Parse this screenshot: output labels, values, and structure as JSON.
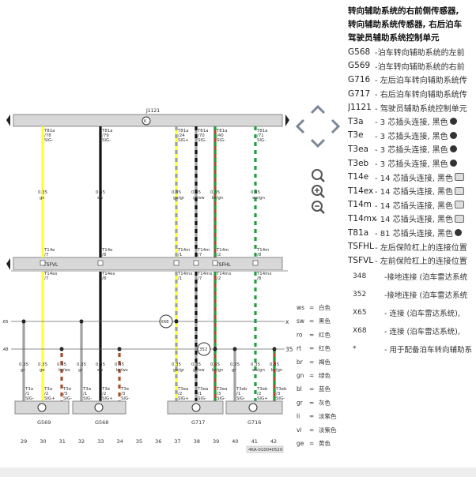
{
  "panel": {
    "title_lines": [
      "转向辅助系统的右前侧传感器,",
      "转向辅助系统传感器, 右后泊车",
      "驾驶员辅助系统控制单元"
    ],
    "rows": [
      {
        "code": "G568",
        "desc": "-泊车转向辅助系统的左前",
        "icon": ""
      },
      {
        "code": "G569",
        "desc": "-泊车转向辅助系统的右前",
        "icon": ""
      },
      {
        "code": "G716",
        "desc": "- 左后泊车转向辅助系统传",
        "icon": ""
      },
      {
        "code": "G717",
        "desc": "- 右后泊车转向辅助系统传",
        "icon": ""
      },
      {
        "code": "J1121",
        "desc": "- 驾驶员辅助系统控制单元",
        "icon": ""
      },
      {
        "code": "T3a",
        "desc": "- 3 芯插头连接, 黑色",
        "icon": "plug"
      },
      {
        "code": "T3e",
        "desc": "- 3 芯插头连接, 黑色",
        "icon": "plug"
      },
      {
        "code": "T3ea",
        "desc": "- 3 芯插头连接, 黑色",
        "icon": "plug"
      },
      {
        "code": "T3eb",
        "desc": "- 3 芯插头连接, 黑色",
        "icon": "plug"
      },
      {
        "code": "T14e",
        "desc": "- 14 芯插头连接, 黑色",
        "icon": "cam"
      },
      {
        "code": "T14ex",
        "desc": "- 14 芯插头连接, 黑色",
        "icon": "cam"
      },
      {
        "code": "T14m",
        "desc": "- 14 芯插头连接, 黑色",
        "icon": "cam"
      },
      {
        "code": "T14mx",
        "desc": "- 14 芯插头连接, 黑色",
        "icon": "cam"
      },
      {
        "code": "T81a",
        "desc": "- 81 芯插头连接, 黑色",
        "icon": "plug"
      },
      {
        "code": "TSFHL",
        "desc": "- 左后保险杠上的连接位置",
        "icon": ""
      },
      {
        "code": "TSFVL",
        "desc": "- 左前保险杠上的连接位置",
        "icon": ""
      }
    ],
    "notes": [
      {
        "code": "348",
        "desc": "-接地连接 (泊车雷达系统"
      },
      {
        "code": "352",
        "desc": "-接地连接 (泊车雷达系统"
      },
      {
        "code": "X65",
        "desc": "- 连接 (泊车雷达系统),"
      },
      {
        "code": "X68",
        "desc": "- 连接 (泊车雷达系统),"
      },
      {
        "code": "*",
        "desc": "- 用于配备泊车转向辅助系"
      }
    ]
  },
  "diagram": {
    "ecu_label": "J1121",
    "ecu_pins": [
      {
        "conn": "T81a",
        "pin": "/78",
        "sig": "SIG-"
      },
      {
        "conn": "T81a",
        "pin": "/79",
        "sig": "SIG-"
      },
      {
        "conn": "T81a",
        "pin": "/24",
        "sig": "SIG+"
      },
      {
        "conn": "T81a",
        "pin": "/70",
        "sig": "SIG-"
      },
      {
        "conn": "T81a",
        "pin": "/40",
        "sig": "SIG-"
      },
      {
        "conn": "T81a",
        "pin": "/71",
        "sig": "SIG-"
      }
    ],
    "upper_wires": [
      {
        "size": "0.35",
        "color_code": "gs"
      },
      {
        "size": "0.35",
        "color_code": "sw"
      },
      {
        "size": "0.35",
        "color_code": "ge/gr"
      },
      {
        "size": "0.35",
        "color_code": "gr/sw"
      },
      {
        "size": "0.35",
        "color_code": "br/gn"
      },
      {
        "size": "0.35",
        "color_code": "ws/gn"
      }
    ],
    "upper_conn": [
      {
        "name": "T14e",
        "pin": "/7"
      },
      {
        "name": "T14e",
        "pin": "/8"
      },
      {
        "name": "T14m",
        "pin": "/1"
      },
      {
        "name": "T14m",
        "pin": "/7"
      },
      {
        "name": "T14m",
        "pin": "/2"
      },
      {
        "name": "T14m",
        "pin": "/8"
      }
    ],
    "lower_conn": [
      {
        "name": "T14ex",
        "pin": "/7"
      },
      {
        "name": "T14ex",
        "pin": "/8"
      },
      {
        "name": "T14mx",
        "pin": "/1"
      },
      {
        "name": "T14mx",
        "pin": "/7"
      },
      {
        "name": "T14mx",
        "pin": "/2"
      },
      {
        "name": "T14mx",
        "pin": "/8"
      }
    ],
    "bar_left_label": "TSFVL",
    "bar_right_label": "TSFHL",
    "ground_left": [
      ".65",
      ".48"
    ],
    "splices": [
      "X68",
      "352"
    ],
    "legend": [
      {
        "code": "ws",
        "name": "白色"
      },
      {
        "code": "sw",
        "name": "黑色"
      },
      {
        "code": "ro",
        "name": "红色"
      },
      {
        "code": "rt",
        "name": "红色"
      },
      {
        "code": "br",
        "name": "褐色"
      },
      {
        "code": "gn",
        "name": "绿色"
      },
      {
        "code": "bl",
        "name": "蓝色"
      },
      {
        "code": "gr",
        "name": "灰色"
      },
      {
        "code": "li",
        "name": "淡紫色"
      },
      {
        "code": "vi",
        "name": "淡紫色"
      },
      {
        "code": "ge",
        "name": "黄色"
      }
    ],
    "right_edge_labels": [
      "x",
      "35"
    ],
    "lower_wires": [
      {
        "size": "0.35",
        "color_code": "gr"
      },
      {
        "size": "0.35",
        "color_code": "ge"
      },
      {
        "size": "0.35",
        "color_code": "br/ws"
      },
      {
        "size": "0.35",
        "color_code": "gr"
      },
      {
        "size": "0.35",
        "color_code": "sw"
      },
      {
        "size": "0.35",
        "color_code": "br/ws"
      },
      {
        "size": "0.35",
        "color_code": "ge/gr"
      },
      {
        "size": "0.35",
        "color_code": "gr/sw"
      },
      {
        "size": "0.35",
        "color_code": "br/gn"
      },
      {
        "size": "0.35",
        "color_code": "gr"
      },
      {
        "size": "0.35",
        "color_code": "ws/gn"
      },
      {
        "size": "0.35",
        "color_code": "br/gn"
      }
    ],
    "sensor_pins": [
      {
        "conn": "T3a",
        "pin": "/1",
        "sig": "SIG-"
      },
      {
        "conn": "T3a",
        "pin": "/2",
        "sig": "SIG+"
      },
      {
        "conn": "T3e",
        "pin": "/3",
        "sig": "SIG-"
      },
      {
        "conn": "T3a",
        "pin": "/1",
        "sig": "SIG-"
      },
      {
        "conn": "T3e",
        "pin": "/2",
        "sig": "SIG+"
      },
      {
        "conn": "T3e",
        "pin": "/3",
        "sig": "SIG-"
      },
      {
        "conn": "T3ea",
        "pin": "/2",
        "sig": "SIG+"
      },
      {
        "conn": "T3ea",
        "pin": "/1",
        "sig": "SIG-"
      },
      {
        "conn": "T3ea",
        "pin": "/3",
        "sig": "SIG-"
      },
      {
        "conn": "T3eb",
        "pin": "/1",
        "sig": "SIG-"
      },
      {
        "conn": "T3eb",
        "pin": "/2",
        "sig": "SIG+"
      },
      {
        "conn": "T3eb",
        "pin": "/3",
        "sig": "SIG-"
      }
    ],
    "sensors": [
      "G569",
      "G568",
      "G717",
      "G716"
    ],
    "columns": [
      "29",
      "30",
      "31",
      "32",
      "33",
      "34",
      "35",
      "36",
      "37",
      "38",
      "39",
      "40",
      "41",
      "42"
    ],
    "ref_code": "4KA-010040520",
    "colors": {
      "yellow": "#ffff33",
      "green": "#1fa040",
      "red": "#e02020",
      "brown": "#a05030",
      "gray": "#a0a0a0",
      "black": "#111111",
      "box": "#d8d8d8"
    }
  }
}
